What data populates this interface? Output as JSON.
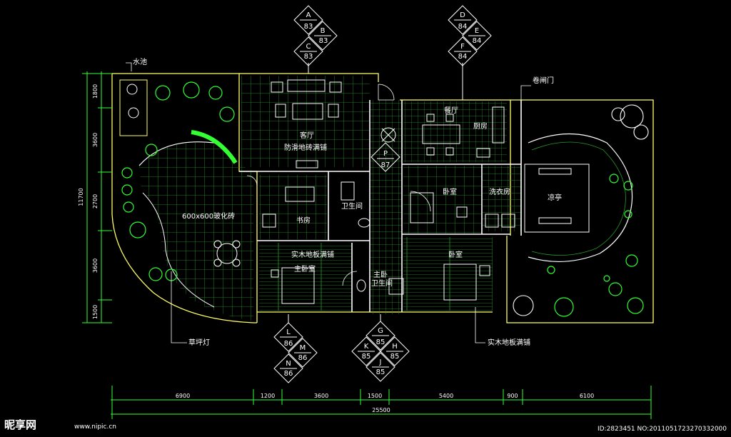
{
  "rooms": {
    "pool": "水池",
    "living": "客厅",
    "living_floor": "防滑地砖满铺",
    "dining": "餐厅",
    "kitchen": "厨房",
    "shutter": "卷闸门",
    "tiles": "600x600玻化砖",
    "study": "书房",
    "bath": "卫生间",
    "bedroom": "卧室",
    "laundry": "洗衣房",
    "pavilion": "凉亭",
    "wood_floor": "实木地板满铺",
    "master": "主卧室",
    "master_bath_1": "主卧",
    "master_bath_2": "卫生间",
    "bedroom2": "卧室",
    "lawn_light": "草坪灯",
    "wood_floor2": "实木地板满铺"
  },
  "tags": {
    "top1": [
      {
        "l": "A",
        "n": "83"
      },
      {
        "l": "B",
        "n": "83"
      },
      {
        "l": "C",
        "n": "83"
      }
    ],
    "top2": [
      {
        "l": "D",
        "n": "84"
      },
      {
        "l": "E",
        "n": "84"
      },
      {
        "l": "F",
        "n": "84"
      }
    ],
    "mid": {
      "l": "P",
      "n": "87"
    },
    "bot1": [
      {
        "l": "L",
        "n": "86"
      },
      {
        "l": "M",
        "n": "86"
      },
      {
        "l": "N",
        "n": "86"
      }
    ],
    "bot2": [
      {
        "l": "G",
        "n": "85"
      },
      {
        "l": "K",
        "n": "85"
      },
      {
        "l": "H",
        "n": "85"
      },
      {
        "l": "J",
        "n": "85"
      }
    ]
  },
  "dims": {
    "left": [
      "1800",
      "3600",
      "2700",
      "3600",
      "1500"
    ],
    "left_total": "11700",
    "bottom": [
      "6900",
      "1200",
      "3600",
      "1500",
      "5400",
      "900",
      "6100"
    ],
    "bottom_total": "25500"
  },
  "watermark": {
    "logo": "昵享网",
    "url": "www.nipic.cn",
    "id": "ID:2823451 NO:20110517232703320​00"
  }
}
